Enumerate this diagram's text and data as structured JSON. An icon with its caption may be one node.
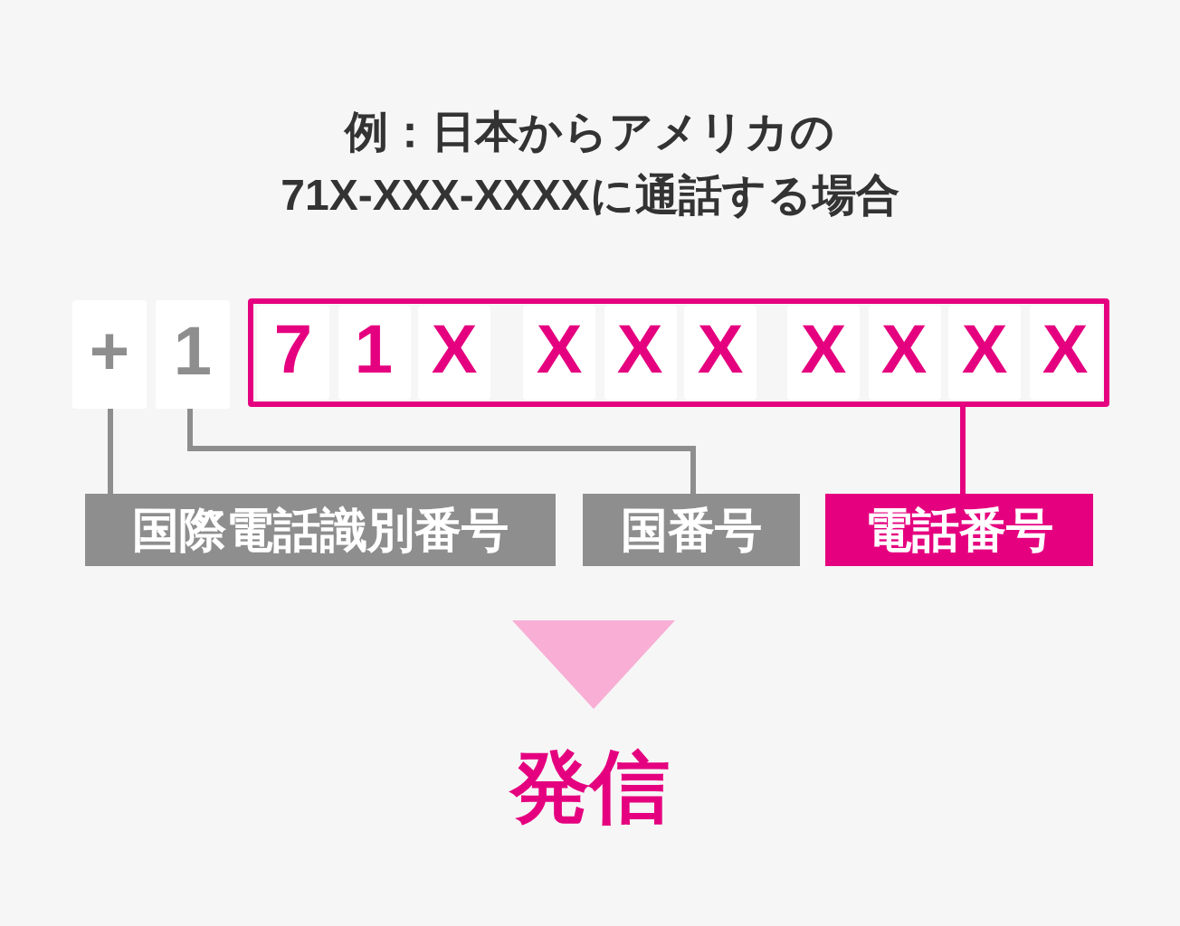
{
  "diagram": {
    "title": "例：日本からアメリカの71X-XXX-XXXXに通話する場合",
    "nodes": [
      {
        "text": [
          "+"
        ]
      },
      {
        "text": [
          "1"
        ]
      },
      {
        "text": [],
        "shape": "box"
      },
      {
        "text": [
          "7"
        ],
        "in": 2
      },
      {
        "text": [
          "1"
        ],
        "in": 2
      },
      {
        "text": [
          "X"
        ],
        "in": 2
      },
      {
        "text": [
          "X"
        ],
        "in": 2
      },
      {
        "text": [
          "X"
        ],
        "in": 2
      },
      {
        "text": [
          "X"
        ],
        "in": 2
      },
      {
        "text": [
          "X"
        ],
        "in": 2
      },
      {
        "text": [
          "X"
        ],
        "in": 2
      },
      {
        "text": [
          "X"
        ],
        "in": 2
      },
      {
        "text": [
          "X"
        ],
        "in": 2
      },
      {
        "text": [
          "国際電話識別番号"
        ]
      },
      {
        "text": [
          "国番号"
        ]
      },
      {
        "text": [
          "電話番号"
        ]
      }
    ],
    "edges": [
      {
        "from": 13,
        "to": 0,
        "arrow": "none"
      },
      {
        "from": 14,
        "to": 1,
        "arrow": "none"
      },
      {
        "from": 15,
        "to": 2,
        "arrow": "none",
        "color": "#e5007f"
      }
    ],
    "labels": [
      "発信"
    ]
  }
}
